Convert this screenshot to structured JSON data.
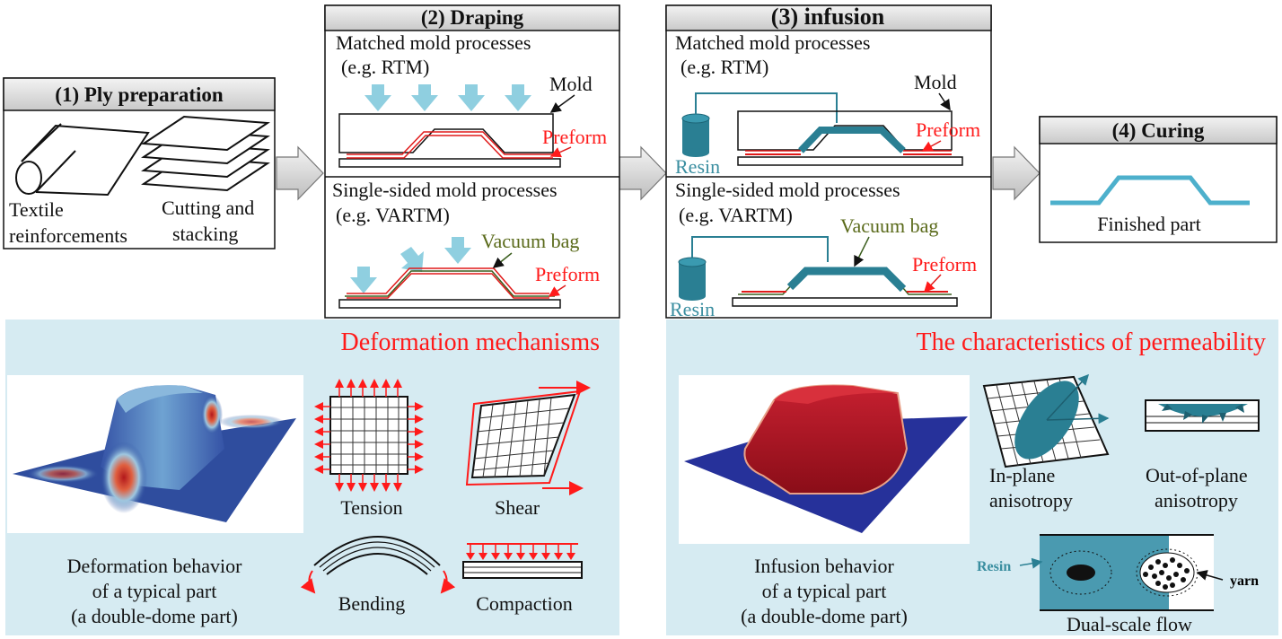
{
  "steps": {
    "ply": {
      "title": "(1) Ply preparation",
      "textile_1": "Textile",
      "textile_2": "reinforcements",
      "cutting_1": "Cutting and",
      "cutting_2": "stacking"
    },
    "draping": {
      "title": "(2) Draping",
      "matched": "Matched mold processes",
      "matched_eg": "(e.g. RTM)",
      "mold": "Mold",
      "preform": "Preform",
      "single": "Single-sided mold processes",
      "single_eg": "(e.g. VARTM)",
      "vacuum_bag": "Vacuum bag",
      "preform2": "Preform"
    },
    "infusion": {
      "title": "(3) infusion",
      "matched": "Matched mold processes",
      "matched_eg": "(e.g. RTM)",
      "mold": "Mold",
      "preform": "Preform",
      "resin": "Resin",
      "single": "Single-sided mold processes",
      "single_eg": "(e.g. VARTM)",
      "vacuum_bag": "Vacuum bag",
      "preform2": "Preform",
      "resin2": "Resin"
    },
    "curing": {
      "title": "(4) Curing",
      "finished": "Finished part"
    }
  },
  "deformation": {
    "heading": "Deformation mechanisms",
    "caption_1": "Deformation behavior",
    "caption_2": "of a typical part",
    "caption_3": "(a double-dome part)",
    "tension": "Tension",
    "shear": "Shear",
    "bending": "Bending",
    "compaction": "Compaction"
  },
  "permeability": {
    "heading": "The characteristics of permeability",
    "caption_1": "Infusion behavior",
    "caption_2": "of a typical part",
    "caption_3": "(a double-dome part)",
    "inplane_1": "In-plane",
    "inplane_2": "anisotropy",
    "outplane_1": "Out-of-plane",
    "outplane_2": "anisotropy",
    "resin": "Resin",
    "yarn": "yarn",
    "dual": "Dual-scale flow"
  },
  "colors": {
    "panel": "#d6ebf2",
    "red": "#ff1a1a",
    "teal": "#3a8ea0",
    "arrow_blue": "#8fcfe0"
  }
}
